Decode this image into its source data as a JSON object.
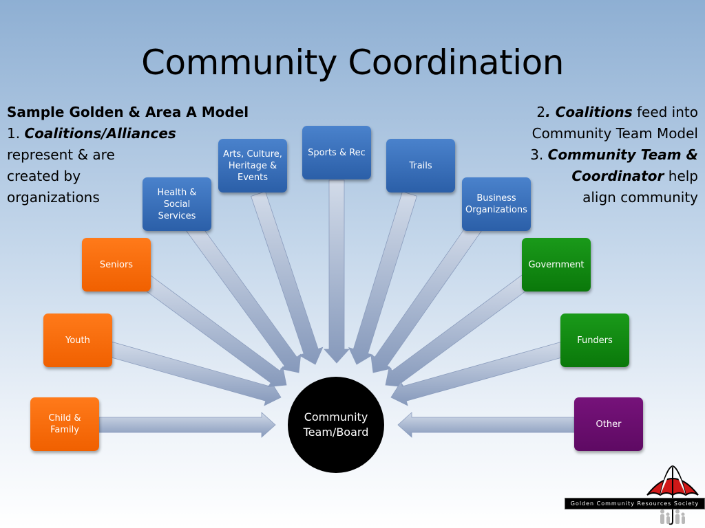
{
  "slide": {
    "title": "Community Coordination"
  },
  "left_text": {
    "line1": "Sample Golden & Area A Model",
    "line2_num": "1. ",
    "line2_bi": "Coalitions/Alliances",
    "line3": "represent & are",
    "line4": "created by",
    "line5": "organizations"
  },
  "right_text": {
    "line1_num": "2",
    "line1_bi": ". Coalitions",
    "line1_rest": " feed into",
    "line2": "Community Team Model",
    "line3_num": "3. ",
    "line3_bi": "Community Team &",
    "line4_bi": "Coordinator",
    "line4_rest": " help",
    "line5": "align community"
  },
  "diagram": {
    "hub": {
      "line1": "Community",
      "line2": "Team/Board"
    },
    "nodes": {
      "child_family": {
        "line1": "Child &",
        "line2": "Family"
      },
      "youth": "Youth",
      "seniors": "Seniors",
      "health": {
        "line1": "Health &",
        "line2": "Social",
        "line3": "Services"
      },
      "arts": {
        "line1": "Arts, Culture,",
        "line2": "Heritage &",
        "line3": "Events"
      },
      "sports": "Sports & Rec",
      "trails": "Trails",
      "business": {
        "line1": "Business",
        "line2": "Organizations"
      },
      "government": "Government",
      "funders": "Funders",
      "other": "Other"
    }
  },
  "logo": {
    "org_name": "Golden Community Resources Society",
    "icon": "umbrella-family-icon"
  },
  "colors": {
    "orange": "#f06a0c",
    "blue": "#3a70bd",
    "green": "#0e880e",
    "purple": "#6a0f6e",
    "hub": "#000000",
    "arrow": "#9fb1cf"
  }
}
